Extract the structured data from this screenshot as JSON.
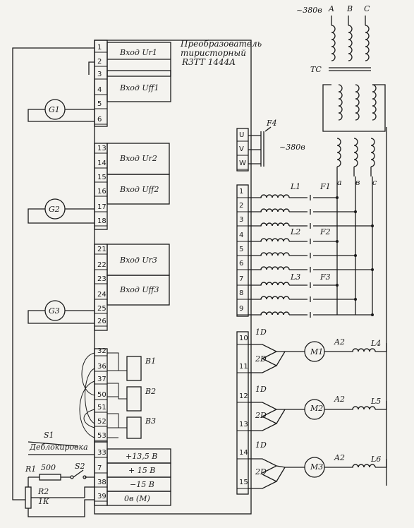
{
  "converter": {
    "title_line1": "Преобразователь",
    "title_line2": "тиристорный",
    "title_line3": "R3TT 1444A"
  },
  "inputs": {
    "ur1": "Вход Ur1",
    "uff1": "Вход Uff1",
    "ur2": "Вход Ur2",
    "uff2": "Вход Uff2",
    "ur3": "Вход Ur3",
    "uff3": "Вход Uff3"
  },
  "left_pins": [
    "1",
    "2",
    "3",
    "4",
    "5",
    "6",
    "13",
    "14",
    "15",
    "16",
    "17",
    "18",
    "21",
    "22",
    "23",
    "24",
    "25",
    "26",
    "32",
    "36",
    "37",
    "50",
    "51",
    "52",
    "53",
    "33",
    "7",
    "38",
    "39"
  ],
  "generators": [
    "G1",
    "G2",
    "G3"
  ],
  "blocks": [
    "B1",
    "B2",
    "B3"
  ],
  "power": {
    "p135": "+13,5 В",
    "p15": "+ 15 В",
    "m15": "−15 В",
    "zero": "0в (М)"
  },
  "controls": {
    "s1": "S1",
    "deblock": "Деблокировка",
    "r1": "R1",
    "r1_value": "500",
    "s2": "S2",
    "r2": "R2",
    "r2_value": "1К"
  },
  "right_pins": [
    "U",
    "V",
    "W",
    "1",
    "2",
    "3",
    "4",
    "5",
    "6",
    "7",
    "8",
    "9",
    "10",
    "11",
    "12",
    "13",
    "14",
    "15"
  ],
  "supply": {
    "f4": "F4",
    "v380_right": "~380в",
    "v380_top": "~380в",
    "phases_top": [
      "A",
      "B",
      "C"
    ],
    "tc": "ТС",
    "phases_bottom": [
      "a",
      "в",
      "c"
    ]
  },
  "chokes": [
    "L1",
    "L2",
    "L3"
  ],
  "fuses": [
    "F1",
    "F2",
    "F3"
  ],
  "motor_section": {
    "diode1": "1D",
    "diode2": "2D",
    "motors": [
      "M1",
      "M2",
      "M3"
    ],
    "a2": "A2",
    "fields": [
      "L4",
      "L5",
      "L6"
    ]
  }
}
